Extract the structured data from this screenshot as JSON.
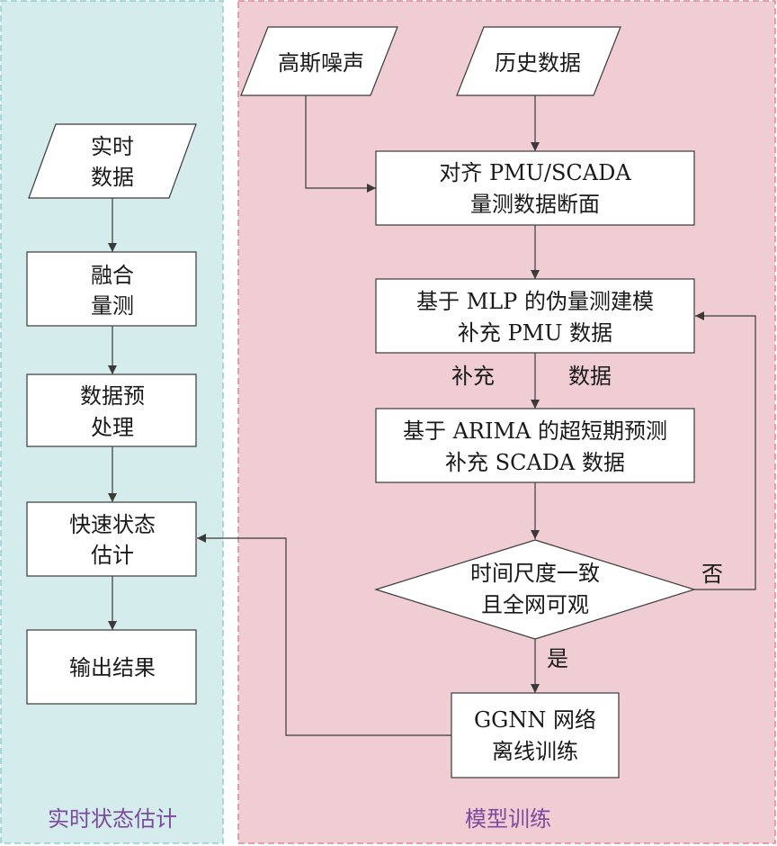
{
  "panels": {
    "left_title": "实时状态估计",
    "right_title": "模型训练"
  },
  "left_flow": {
    "realtime_data": [
      "实时",
      "数据"
    ],
    "fuse": [
      "融合",
      "量测"
    ],
    "preprocess": [
      "数据预",
      "处理"
    ],
    "fast_estimate": [
      "快速状态",
      "估计"
    ],
    "output": "输出结果"
  },
  "right_flow": {
    "gaussian_noise": "高斯噪声",
    "history_data": "历史数据",
    "align": [
      "对齐 PMU/SCADA",
      "量测数据断面"
    ],
    "mlp": [
      "基于 MLP 的伪量测建模",
      "补充 PMU 数据"
    ],
    "supplement_left": "补充",
    "supplement_right": "数据",
    "arima": [
      "基于 ARIMA 的超短期预测",
      "补充 SCADA 数据"
    ],
    "decision": [
      "时间尺度一致",
      "且全网可观"
    ],
    "no_label": "否",
    "yes_label": "是",
    "ggnn": [
      "GGNN 网络",
      "离线训练"
    ]
  },
  "colors": {
    "left_fill": "#d5ecec",
    "left_border": "#8fcfcf",
    "right_fill": "#efcdd3",
    "right_border": "#d98a96",
    "panel_title": "#7b4a9e",
    "box_fill": "#ffffff",
    "line": "#3a3a3a"
  }
}
